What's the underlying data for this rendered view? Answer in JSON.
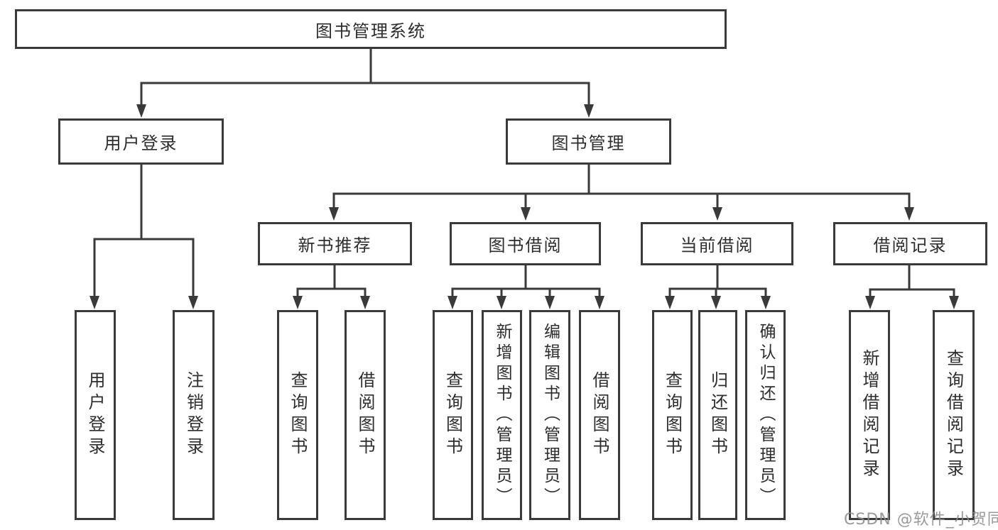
{
  "diagram_type": "hierarchy-tree",
  "colors": {
    "background": "#ffffff",
    "box_border": "#3a3a3a",
    "connector": "#3a3a3a",
    "text": "#2d2d2d",
    "watermark": "#8c8c8c"
  },
  "nodes": {
    "root": "图书管理系统",
    "user_login": "用户登录",
    "book_mgmt": "图书管理",
    "new_book_rec": "新书推荐",
    "book_borrow": "图书借阅",
    "current_borrow": "当前借阅",
    "borrow_record": "借阅记录",
    "leaf_user_login": "用户登录",
    "leaf_logout": "注销登录",
    "leaf_rec_query": "查询图书",
    "leaf_rec_borrow": "借阅图书",
    "leaf_bb_query": "查询图书",
    "leaf_bb_add": "新增图书（管理员）",
    "leaf_bb_edit": "编辑图书（管理员）",
    "leaf_bb_borrow": "借阅图书",
    "leaf_cb_query": "查询图书",
    "leaf_cb_return": "归还图书",
    "leaf_cb_confirm": "确认归还（管理员）",
    "leaf_br_add": "新增借阅记录",
    "leaf_br_query": "查询借阅记录"
  },
  "tree": {
    "root": "图书管理系统",
    "children": [
      {
        "label": "用户登录",
        "children": [
          "用户登录",
          "注销登录"
        ]
      },
      {
        "label": "图书管理",
        "children": [
          {
            "label": "新书推荐",
            "children": [
              "查询图书",
              "借阅图书"
            ]
          },
          {
            "label": "图书借阅",
            "children": [
              "查询图书",
              "新增图书（管理员）",
              "编辑图书（管理员）",
              "借阅图书"
            ]
          },
          {
            "label": "当前借阅",
            "children": [
              "查询图书",
              "归还图书",
              "确认归还（管理员）"
            ]
          },
          {
            "label": "借阅记录",
            "children": [
              "新增借阅记录",
              "查询借阅记录"
            ]
          }
        ]
      }
    ]
  },
  "watermark": "CSDN @软件_小贺同学"
}
